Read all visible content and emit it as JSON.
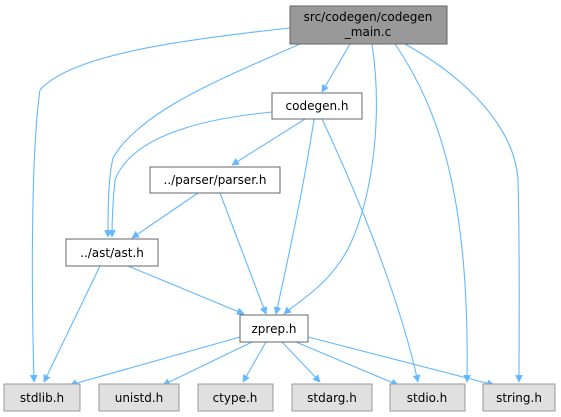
{
  "graph": {
    "root": {
      "line1": "src/codegen/codegen",
      "line2": "_main.c"
    },
    "codegen_h": "codegen.h",
    "parser_h": "../parser/parser.h",
    "ast_h": "../ast/ast.h",
    "zprep_h": "zprep.h",
    "stdlib_h": "stdlib.h",
    "unistd_h": "unistd.h",
    "ctype_h": "ctype.h",
    "stdarg_h": "stdarg.h",
    "stdio_h": "stdio.h",
    "string_h": "string.h"
  },
  "colors": {
    "edge": "#63b8ff",
    "root_fill": "#999999",
    "node_fill": "#ffffff",
    "system_fill": "#e0e0e0",
    "border": "#666666"
  }
}
